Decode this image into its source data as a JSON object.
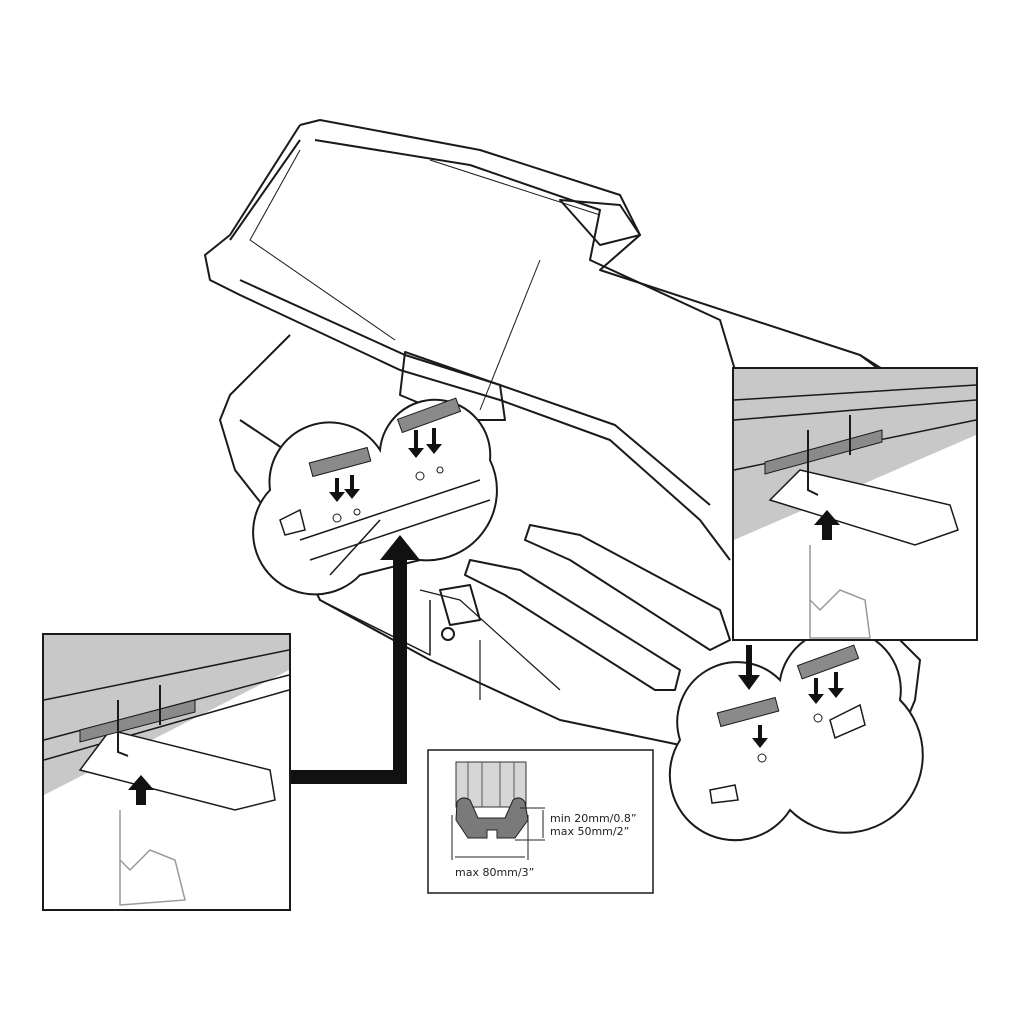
{
  "dimension_inset": {
    "height_min": "min 20mm/0.8”",
    "height_max": "max 50mm/2”",
    "width_max": "max 80mm/3”"
  },
  "colors": {
    "line": "#1a1a1a",
    "strip_gray": "#8a8a8a",
    "shade_gray": "#c8c8c8",
    "arrow": "#111111"
  }
}
